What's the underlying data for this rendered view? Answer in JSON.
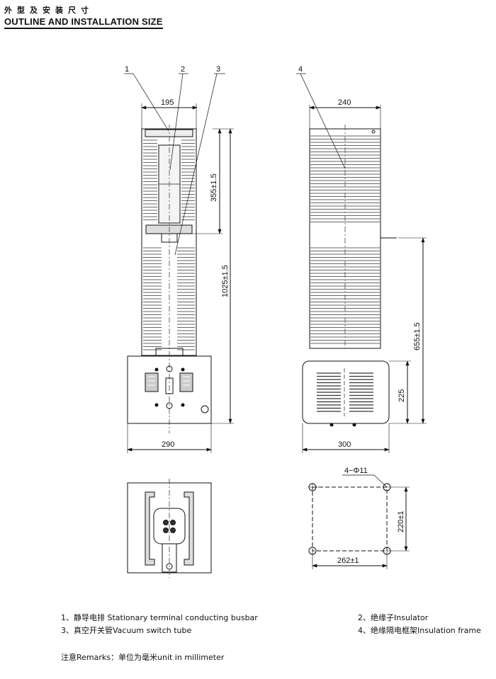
{
  "header": {
    "title_cn": "外型及安装尺寸",
    "title_en": "OUTLINE AND INSTALLATION SIZE"
  },
  "callouts": [
    "1",
    "2",
    "3",
    "4"
  ],
  "dimensions": {
    "front_top_width": "195",
    "front_upper_height": "355±1.5",
    "front_total_height": "1025±1.5",
    "front_base_width": "290",
    "side_top_width": "240",
    "side_height": "655±1.5",
    "side_base_height": "225",
    "side_base_width": "300",
    "holes": "4−Φ11",
    "hole_spacing_v": "220±1",
    "hole_spacing_h": "262±1"
  },
  "legend": {
    "item1": "1、静导电排 Stationary terminal conducting busbar",
    "item2": "2、绝缘子Insulator",
    "item3": "3、真空开关管Vacuum switch tube",
    "item4": "4、绝缘隔电框架Insulation frame",
    "remarks": "注意Remarks：单位为毫米unit in millimeter"
  }
}
